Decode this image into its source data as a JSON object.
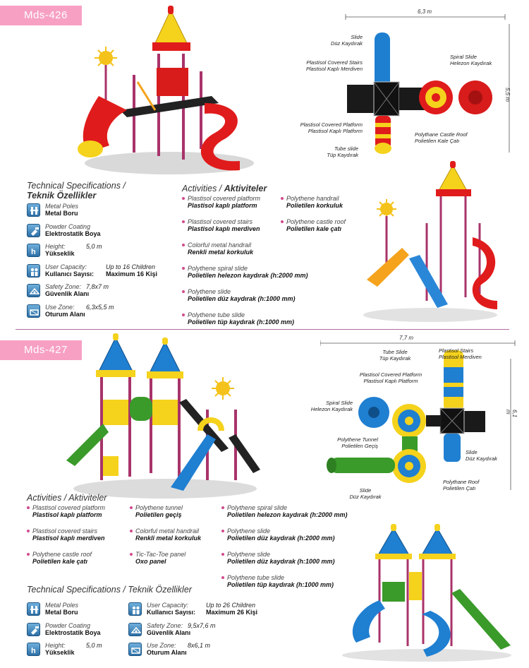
{
  "colors": {
    "tag_bg": "#f7a0c4",
    "bullet": "#d24a8c",
    "icon": "#2d6fa6",
    "divider": "#b06aa0"
  },
  "mds426": {
    "tag": "Mds-426",
    "dim_width": "6,3 m",
    "dim_height": "5,5 m",
    "callouts": {
      "slide": [
        "Slide",
        "Düz Kaydırak"
      ],
      "stairs": [
        "Plastisol Covered Stairs",
        "Plastisol Kaplı Merdiven"
      ],
      "spiral": [
        "Spiral Slide",
        "Helezon Kaydırak"
      ],
      "platform": [
        "Plastisol Covered Platform",
        "Plastisol Kaplı Platform"
      ],
      "roof": [
        "Polythane Castle Roof",
        "Polietilen Kale Çatı"
      ],
      "tube": [
        "Tube slide",
        "Tüp Kaydırak"
      ]
    },
    "tech_heading_en": "Technical Specifications /",
    "tech_heading_tr": "Teknik Özellikler",
    "specs": [
      {
        "icon": "poles-icon",
        "en": "Metal Poles",
        "tr": "Metal Boru",
        "v1": "",
        "v2": ""
      },
      {
        "icon": "coating-icon",
        "en": "Powder Coating",
        "tr": "Elektrostatik Boya",
        "v1": "",
        "v2": ""
      },
      {
        "icon": "height-icon",
        "en": "Height:",
        "tr": "Yükseklik",
        "v1": "5,0 m",
        "v2": ""
      },
      {
        "icon": "capacity-icon",
        "en": "User Capacity:",
        "tr": "Kullanıcı Sayısı:",
        "v1": "Up to 16 Children",
        "v2": "Maximum 16 Kişi"
      },
      {
        "icon": "safety-zone-icon",
        "en": "Safety Zone:",
        "tr": "Güvenlik Alanı",
        "v1": "7,8x7 m",
        "v2": ""
      },
      {
        "icon": "use-zone-icon",
        "en": "Use Zone:",
        "tr": "Oturum Alanı",
        "v1": "6,3x5,5 m",
        "v2": ""
      }
    ],
    "activities_heading_en": "Activities /",
    "activities_heading_tr": "Aktiviteler",
    "activities_col1": [
      {
        "en": "Plastisol covered platform",
        "tr": "Plastisol kaplı platform"
      },
      {
        "en": "Plastisol covered stairs",
        "tr": "Plastisol kaplı merdiven"
      },
      {
        "en": "Colorful metal handrail",
        "tr": "Renkli metal korkuluk"
      },
      {
        "en": "Polythene spiral slide",
        "tr": "Polietilen helezon kaydırak (h:2000 mm)"
      },
      {
        "en": "Polythene slide",
        "tr": "Polietilen düz kaydırak (h:1000 mm)"
      },
      {
        "en": "Polythene tube slide",
        "tr": "Polietilen tüp kaydırak (h:1000 mm)"
      }
    ],
    "activities_col2": [
      {
        "en": "Polythene handrail",
        "tr": "Polietilen korkuluk"
      },
      {
        "en": "Polythene castle roof",
        "tr": "Polietilen kale çatı"
      }
    ]
  },
  "mds427": {
    "tag": "Mds-427",
    "dim_width": "7,7 m",
    "dim_height": "6,1 m",
    "callouts": {
      "tube": [
        "Tube Slide",
        "Tüp Kaydırak"
      ],
      "stairs": [
        "Plastisol Stairs",
        "Plastisol Merdiven"
      ],
      "platform": [
        "Plastisol Covered Platform",
        "Plastisol Kaplı Platform"
      ],
      "spiral": [
        "Spiral Slide",
        "Helezon Kaydırak"
      ],
      "tunnel": [
        "Polythene Tunnel",
        "Polietilen Geçiş"
      ],
      "slide_right": [
        "Slide",
        "Düz Kaydırak"
      ],
      "roof": [
        "Polythane Roof",
        "Polietilen Çatı"
      ],
      "slide_left": [
        "Slide",
        "Düz Kaydırak"
      ]
    },
    "activities_heading_en": "Activities /",
    "activities_heading_tr": "Aktiviteler",
    "activities_col1": [
      {
        "en": "Plastisol covered platform",
        "tr": "Plastisol kaplı platform"
      },
      {
        "en": "Plastisol covered stairs",
        "tr": "Plastisol kaplı merdiven"
      },
      {
        "en": "Polythene castle roof",
        "tr": "Polietilen kale çatı"
      }
    ],
    "activities_col2": [
      {
        "en": "Polythene tunnel",
        "tr": "Polietilen geçiş"
      },
      {
        "en": "Colorful metal handrail",
        "tr": "Renkli metal korkuluk"
      },
      {
        "en": "Tic-Tac-Toe panel",
        "tr": "Oxo panel"
      }
    ],
    "activities_col3": [
      {
        "en": "Polythene spiral slide",
        "tr": "Polietilen helezon kaydırak (h:2000 mm)"
      },
      {
        "en": "Polythene slide",
        "tr": "Polietilen düz kaydırak (h:2000 mm)"
      },
      {
        "en": "Polythene slide",
        "tr": "Polietilen düz kaydırak (h:1000 mm)"
      },
      {
        "en": "Polythene tube slide",
        "tr": "Polietilen tüp kaydırak (h:1000 mm)"
      }
    ],
    "tech_heading_en": "Technical Specifications /",
    "tech_heading_tr": "Teknik Özellikler",
    "specs_left": [
      {
        "icon": "poles-icon",
        "en": "Metal Poles",
        "tr": "Metal Boru",
        "v1": "",
        "v2": ""
      },
      {
        "icon": "coating-icon",
        "en": "Powder Coating",
        "tr": "Elektrostatik Boya",
        "v1": "",
        "v2": ""
      },
      {
        "icon": "height-icon",
        "en": "Height:",
        "tr": "Yükseklik",
        "v1": "5,0 m",
        "v2": ""
      }
    ],
    "specs_right": [
      {
        "icon": "capacity-icon",
        "en": "User Capacity:",
        "tr": "Kullanıcı Sayısı:",
        "v1": "Up to 26 Children",
        "v2": "Maximum 26 Kişi"
      },
      {
        "icon": "safety-zone-icon",
        "en": "Safety Zone:",
        "tr": "Güvenlik Alanı",
        "v1": "9,5x7,6 m",
        "v2": ""
      },
      {
        "icon": "use-zone-icon",
        "en": "Use Zone:",
        "tr": "Oturum Alanı",
        "v1": "8x6,1 m",
        "v2": ""
      }
    ]
  }
}
